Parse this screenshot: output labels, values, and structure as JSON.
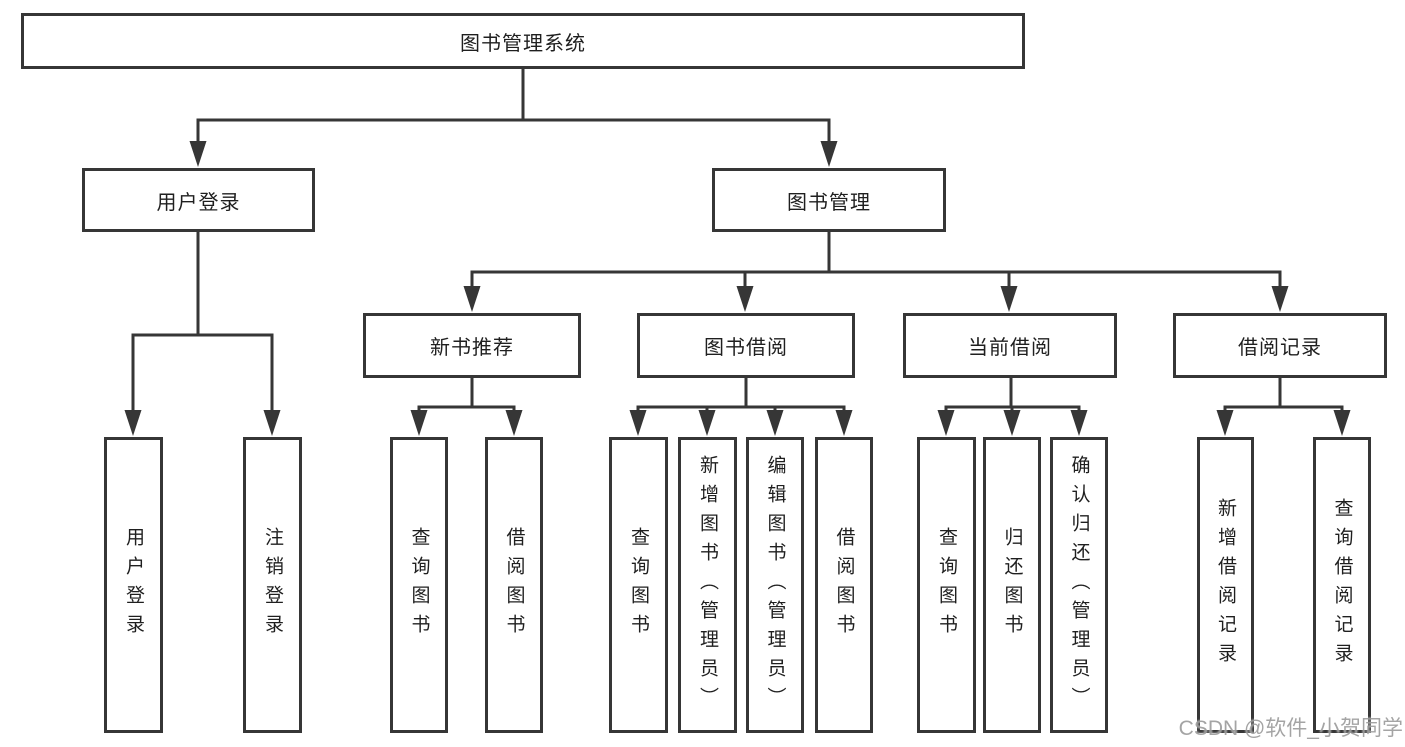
{
  "diagram": {
    "root": {
      "label": "图书管理系统"
    },
    "level2": [
      {
        "label": "用户登录"
      },
      {
        "label": "图书管理"
      }
    ],
    "level3": [
      {
        "label": "新书推荐"
      },
      {
        "label": "图书借阅"
      },
      {
        "label": "当前借阅"
      },
      {
        "label": "借阅记录"
      }
    ],
    "leaves": {
      "user_login": [
        "用户登录",
        "注销登录"
      ],
      "new_book_recommend": [
        "查询图书",
        "借阅图书"
      ],
      "book_borrow": [
        "查询图书",
        "新增图书（管理员）",
        "编辑图书（管理员）",
        "借阅图书"
      ],
      "current_borrow": [
        "查询图书",
        "归还图书",
        "确认归还（管理员）"
      ],
      "borrow_record": [
        "新增借阅记录",
        "查询借阅记录"
      ]
    }
  },
  "watermark": {
    "text": "CSDN @软件_小贺同学"
  },
  "colors": {
    "line": "#363636",
    "box_border": "#363636",
    "text": "#1f1f1f",
    "watermark": "#949494",
    "background": "#ffffff"
  }
}
